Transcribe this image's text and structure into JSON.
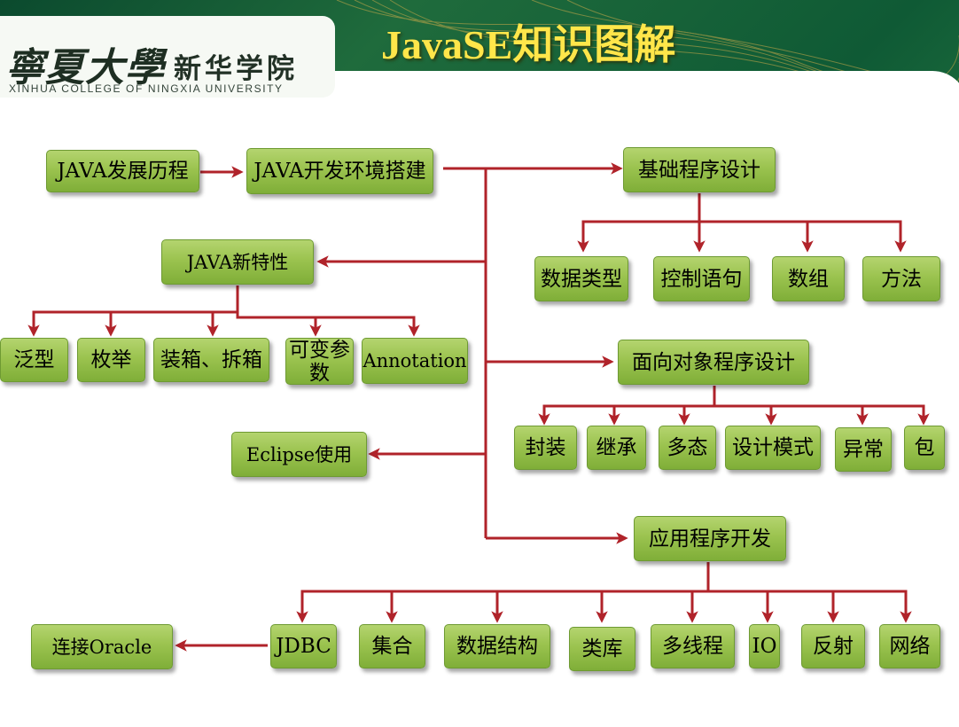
{
  "header": {
    "logo_calligraphy": "寧夏大學",
    "logo_chinese": "新华学院",
    "logo_english": "XINHUA COLLEGE OF NINGXIA  UNIVERSITY",
    "title": "JavaSE知识图解"
  },
  "diagram": {
    "nodes": {
      "java_history": "JAVA发展历程",
      "java_env": "JAVA开发环境搭建",
      "basic_programming": "基础程序设计",
      "data_types": "数据类型",
      "control_statements": "控制语句",
      "arrays": "数组",
      "methods": "方法",
      "java_new_features": "JAVA新特性",
      "generics": "泛型",
      "enums": "枚举",
      "boxing": "装箱、拆箱",
      "varargs": "可变参数",
      "annotation": "Annotation",
      "oop": "面向对象程序设计",
      "encapsulation": "封装",
      "inheritance": "继承",
      "polymorphism": "多态",
      "design_patterns": "设计模式",
      "exceptions": "异常",
      "packages": "包",
      "eclipse": "Eclipse使用",
      "app_dev": "应用程序开发",
      "jdbc": "JDBC",
      "collections": "集合",
      "data_structures": "数据结构",
      "class_library": "类库",
      "multithreading": "多线程",
      "io": "IO",
      "reflection": "反射",
      "network": "网络",
      "oracle": "连接Oracle"
    },
    "colors": {
      "arrow": "#b0232a",
      "node_fill": "#9bc34f",
      "title": "#ffe64a"
    }
  }
}
